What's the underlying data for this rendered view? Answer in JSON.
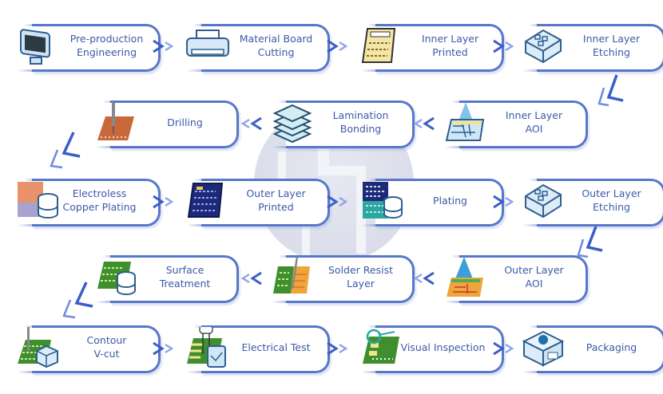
{
  "title": "PCB Manufacturing Process Flow",
  "colors": {
    "card_border": "#5877c9",
    "text": "#3c5aa8",
    "arrow": "#4a6fd8",
    "background_circle": "#dcdfeb"
  },
  "steps": [
    {
      "order": 1,
      "line1": "Pre-production",
      "line2": "Engineering",
      "icon": "monitor-icon"
    },
    {
      "order": 2,
      "line1": "Material Board",
      "line2": "Cutting",
      "icon": "printer-icon"
    },
    {
      "order": 3,
      "line1": "Inner Layer",
      "line2": "Printed",
      "icon": "circuit-board-icon"
    },
    {
      "order": 4,
      "line1": "Inner Layer",
      "line2": "Etching",
      "icon": "isometric-block-icon"
    },
    {
      "order": 5,
      "line1": "Inner Layer",
      "line2": "AOI",
      "icon": "scanner-beam-icon"
    },
    {
      "order": 6,
      "line1": "Lamination",
      "line2": "Bonding",
      "icon": "stacked-layers-icon"
    },
    {
      "order": 7,
      "line1": "Drilling",
      "line2": "",
      "icon": "drill-board-icon"
    },
    {
      "order": 8,
      "line1": "Electroless",
      "line2": "Copper Plating",
      "icon": "copper-board-database-icon"
    },
    {
      "order": 9,
      "line1": "Outer Layer",
      "line2": "Printed",
      "icon": "dark-circuit-board-icon"
    },
    {
      "order": 10,
      "line1": "Plating",
      "line2": "",
      "icon": "plating-board-database-icon"
    },
    {
      "order": 11,
      "line1": "Outer Layer",
      "line2": "Etching",
      "icon": "isometric-block-icon"
    },
    {
      "order": 12,
      "line1": "Outer Layer",
      "line2": "AOI",
      "icon": "scanner-beam-icon"
    },
    {
      "order": 13,
      "line1": "Solder Resist",
      "line2": "Layer",
      "icon": "solder-board-icon"
    },
    {
      "order": 14,
      "line1": "Surface",
      "line2": "Treatment",
      "icon": "green-board-database-icon"
    },
    {
      "order": 15,
      "line1": "Contour",
      "line2": "V-cut",
      "icon": "cutting-board-cube-icon"
    },
    {
      "order": 16,
      "line1": "Electrical Test",
      "line2": "",
      "icon": "test-probe-board-icon"
    },
    {
      "order": 17,
      "line1": "Visual Inspection",
      "line2": "",
      "icon": "magnifier-board-icon"
    },
    {
      "order": 18,
      "line1": "Packaging",
      "line2": "",
      "icon": "package-box-icon"
    }
  ]
}
